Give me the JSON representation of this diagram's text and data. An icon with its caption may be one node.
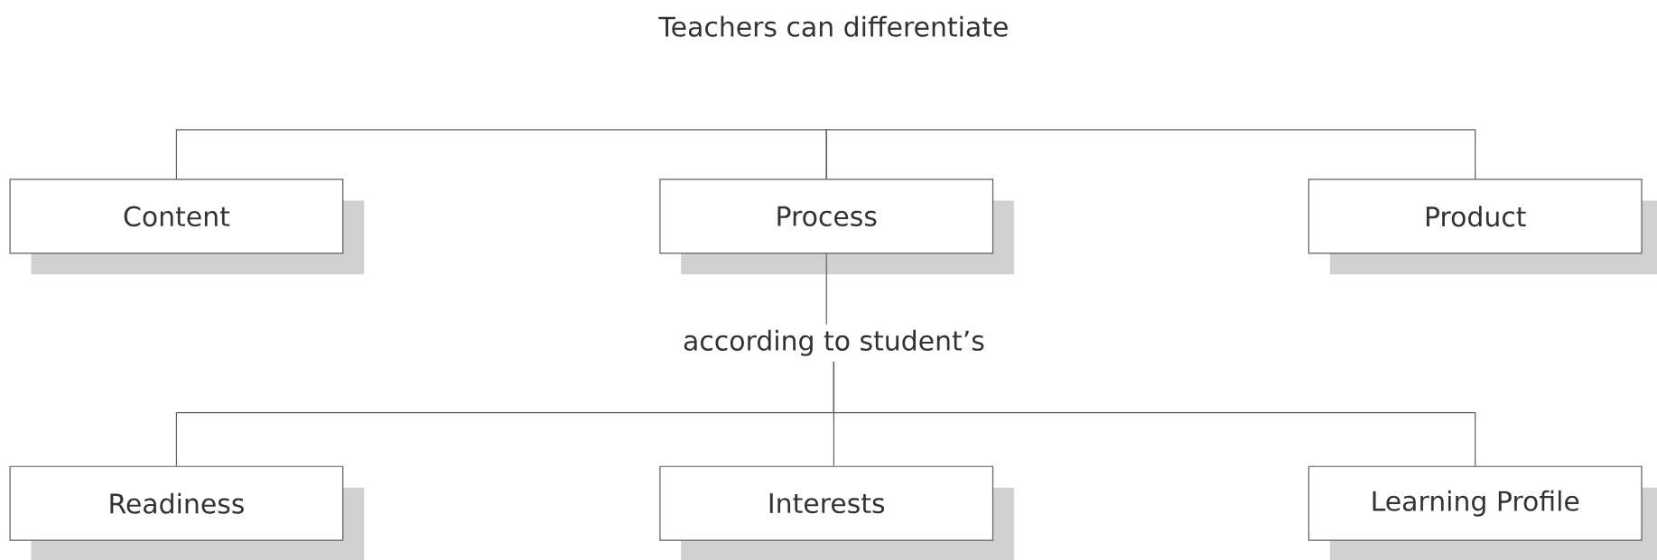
{
  "diagram": {
    "title": "Teachers can differentiate",
    "nodes": [
      {
        "text": [
          "Content"
        ]
      },
      {
        "text": [
          "Process"
        ]
      },
      {
        "text": [
          "Product"
        ]
      },
      {
        "text": [
          "according to student’s"
        ]
      },
      {
        "text": [
          "Readiness"
        ]
      },
      {
        "text": [
          "Interests"
        ]
      },
      {
        "text": [
          "Learning Profile"
        ]
      }
    ],
    "edges": [
      {
        "from": 1,
        "to": 0,
        "arrow": "none"
      },
      {
        "from": 1,
        "to": 2,
        "arrow": "none"
      },
      {
        "from": 1,
        "to": 3,
        "arrow": "none"
      },
      {
        "from": 3,
        "to": 4,
        "arrow": "none"
      },
      {
        "from": 3,
        "to": 5,
        "arrow": "none"
      },
      {
        "from": 3,
        "to": 6,
        "arrow": "none"
      }
    ]
  }
}
